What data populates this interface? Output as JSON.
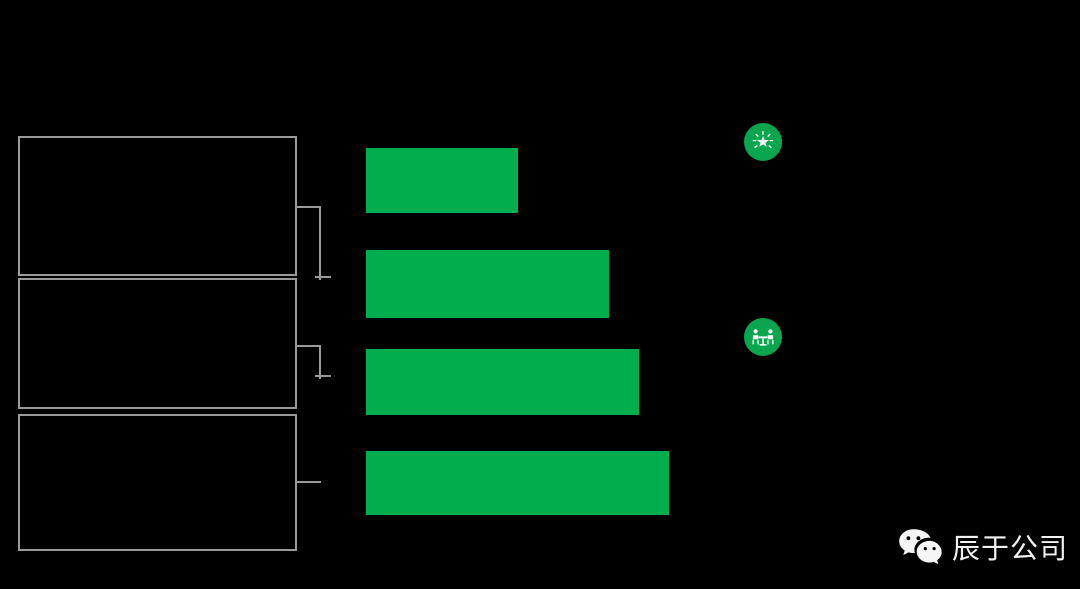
{
  "chart_data": {
    "type": "bar",
    "orientation": "horizontal",
    "title": "",
    "subtitle": "",
    "xlabel": "",
    "ylabel": "",
    "grid": false,
    "legend": "none",
    "background_color": "#000000",
    "bar_color": "#00ae4d",
    "categories": [
      "",
      "",
      "",
      ""
    ],
    "values": [
      152,
      243,
      273,
      303
    ],
    "value_labels": [
      "",
      "",
      "",
      ""
    ],
    "xlim": [
      0,
      320
    ]
  },
  "left_panel": {
    "boxes": [
      {
        "text": ""
      },
      {
        "text": ""
      },
      {
        "text": ""
      }
    ],
    "connectors": [
      {
        "name": "bracket-top"
      },
      {
        "name": "bracket-middle"
      },
      {
        "name": "stub-bottom"
      }
    ]
  },
  "right_panel": {
    "items": [
      {
        "icon": "sparkle-star-icon",
        "text": ""
      },
      {
        "icon": "meeting-table-icon",
        "text": ""
      }
    ]
  },
  "watermark": {
    "icon": "wechat-logo",
    "text": "辰于公司"
  },
  "colors": {
    "background": "#000000",
    "bar": "#00ae4d",
    "badge": "#0aa64f",
    "border": "#9a9a9a",
    "text": "#ffffff"
  }
}
